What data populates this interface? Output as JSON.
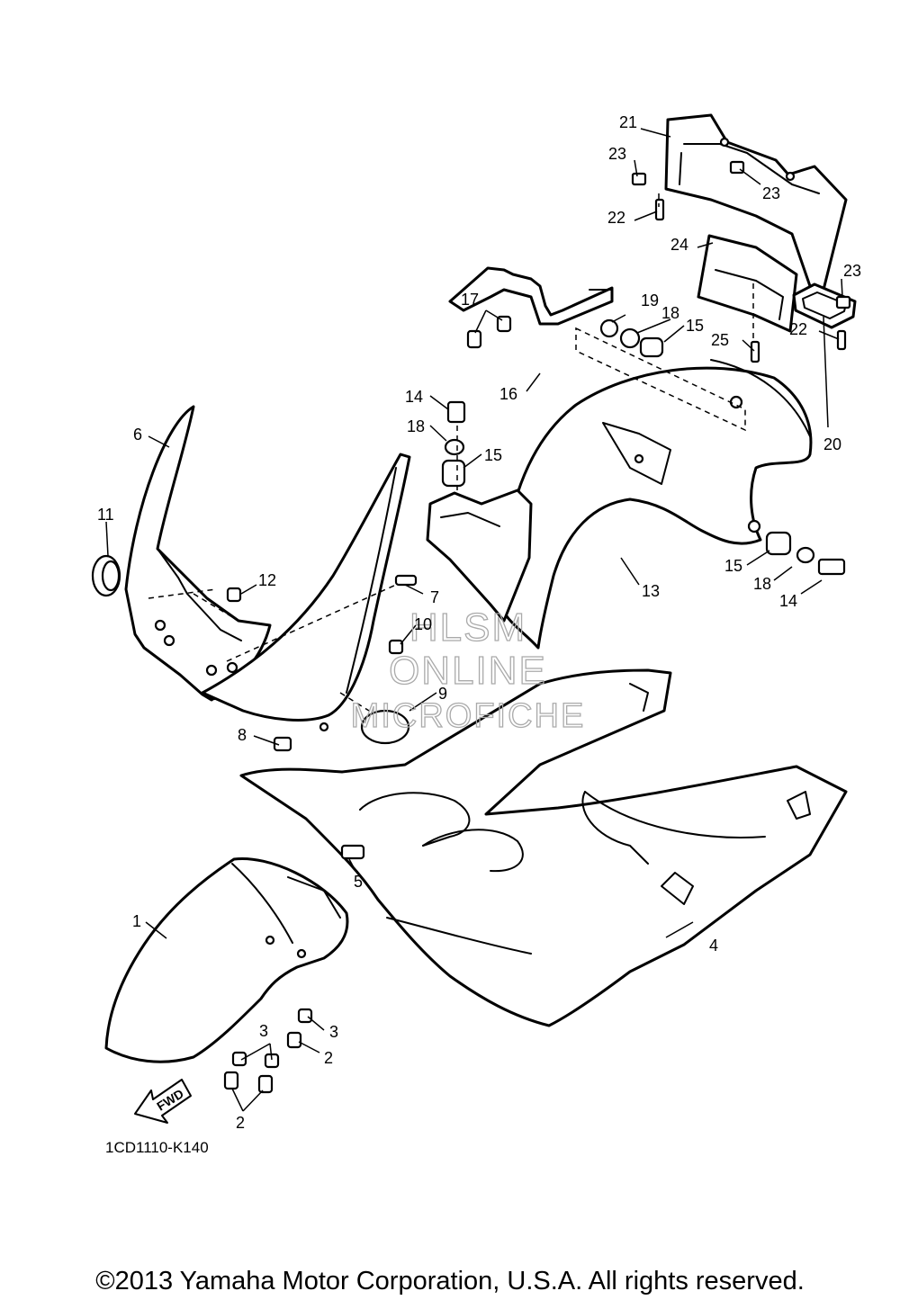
{
  "diagram_code": "1CD1110-K140",
  "fwd_label": "FWD",
  "watermark": {
    "line1": "HLSM",
    "line2": "ONLINE",
    "line3": "MICROFICHE"
  },
  "copyright": "©2013 Yamaha Motor Corporation, U.S.A. All rights reserved.",
  "callouts": {
    "c1": "1",
    "c2a": "2",
    "c2b": "2",
    "c3a": "3",
    "c3b": "3",
    "c4": "4",
    "c5": "5",
    "c6": "6",
    "c7": "7",
    "c8": "8",
    "c9": "9",
    "c10": "10",
    "c11": "11",
    "c12": "12",
    "c13": "13",
    "c14a": "14",
    "c14b": "14",
    "c15a": "15",
    "c15b": "15",
    "c15c": "15",
    "c16": "16",
    "c17": "17",
    "c18a": "18",
    "c18b": "18",
    "c18c": "18",
    "c19": "19",
    "c20": "20",
    "c21": "21",
    "c22a": "22",
    "c22b": "22",
    "c23a": "23",
    "c23b": "23",
    "c23c": "23",
    "c24": "24",
    "c25": "25"
  }
}
